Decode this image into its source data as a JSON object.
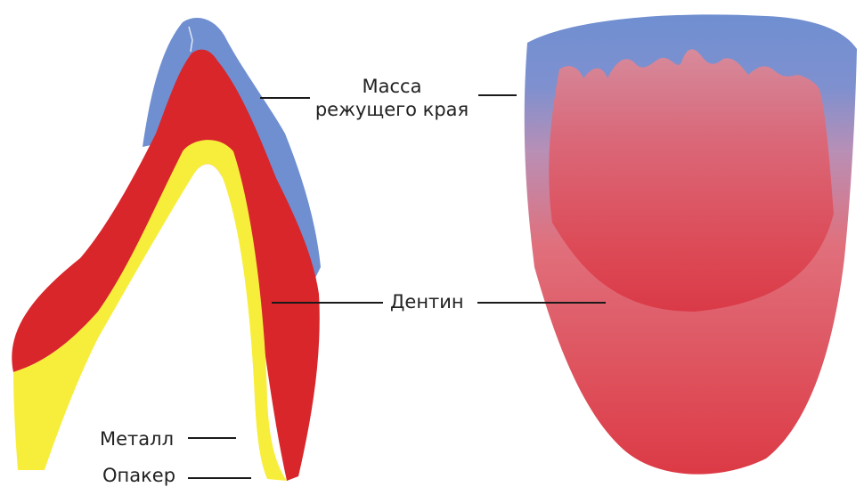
{
  "labels": {
    "incisal_line1": "Масса",
    "incisal_line2": "режущего края",
    "dentin": "Дентин",
    "metal": "Металл",
    "opaquer": "Опакер"
  },
  "colors": {
    "enamel_blue": "#6f8fd1",
    "dentin_red": "#d8262b",
    "opaquer_yellow": "#f7ee3c",
    "metal_white": "#ffffff",
    "leader_line": "#1a1a1a",
    "text": "#222222"
  }
}
